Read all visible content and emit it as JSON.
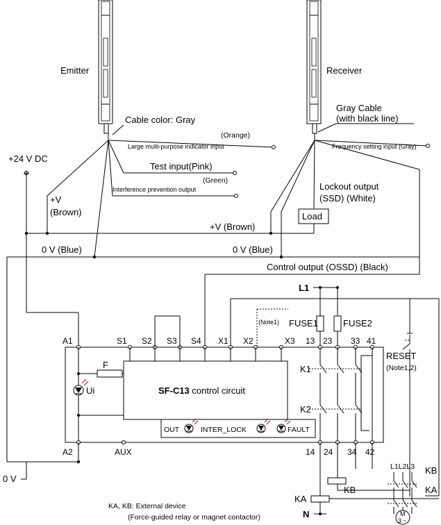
{
  "labels": {
    "emitter": "Emitter",
    "receiver": "Receiver",
    "cable_color_gray": "Cable color: Gray",
    "gray_cable": "Gray Cable",
    "with_black_line": "(with black line)",
    "orange": "(Orange)",
    "large_indicator_input": "Large multi-purpose indicator input",
    "frequency_setting_input": "Frequency setting input (Gray)",
    "plus24vdc": "+24 V DC",
    "test_input": "Test input(Pink)",
    "green": "(Green)",
    "interference_output": "Interference prevention output",
    "plus_v": "+V",
    "brown": "(Brown)",
    "lockout_output": "Lockout output",
    "ssd_white": "(SSD) (White)",
    "load": "Load",
    "plus_v_brown": "+V (Brown)",
    "zero_v_blue_left": "0 V (Blue)",
    "zero_v_blue_right": "0 V (Blue)",
    "control_output": "Control output (OSSD) (Black)",
    "l1": "L1",
    "note1": "(Note1)",
    "fuse1": "FUSE1",
    "fuse2": "FUSE2",
    "reset": "RESET",
    "reset_note": "(Note1,2)",
    "f": "F",
    "ui": "Ui",
    "control_circuit_model": "SF-C13",
    "control_circuit_suffix": " control circuit",
    "out": "OUT",
    "inter_lock": "INTER_LOCK",
    "fault": "FAULT",
    "k1": "K1",
    "k2": "K2",
    "aux": "AUX",
    "zero_v": "0 V",
    "kb_mid": "KB",
    "ka": "KA",
    "n": "N",
    "l1l2l3": "L1L2L3",
    "kb_right": "KB",
    "ka_right": "KA",
    "motor_m": "M",
    "motor_3": "3",
    "motor_tilde": "~",
    "footnote_line1": "KA, KB: External device",
    "footnote_line2": "(Force-guided relay or magnet contactor)"
  },
  "terminals_top": [
    "A1",
    "S1",
    "S2",
    "S3",
    "S4",
    "X1",
    "X2",
    "X3",
    "13",
    "23",
    "33",
    "41"
  ],
  "terminals_bottom": [
    "A2",
    "AUX",
    "14",
    "24",
    "34",
    "42"
  ]
}
